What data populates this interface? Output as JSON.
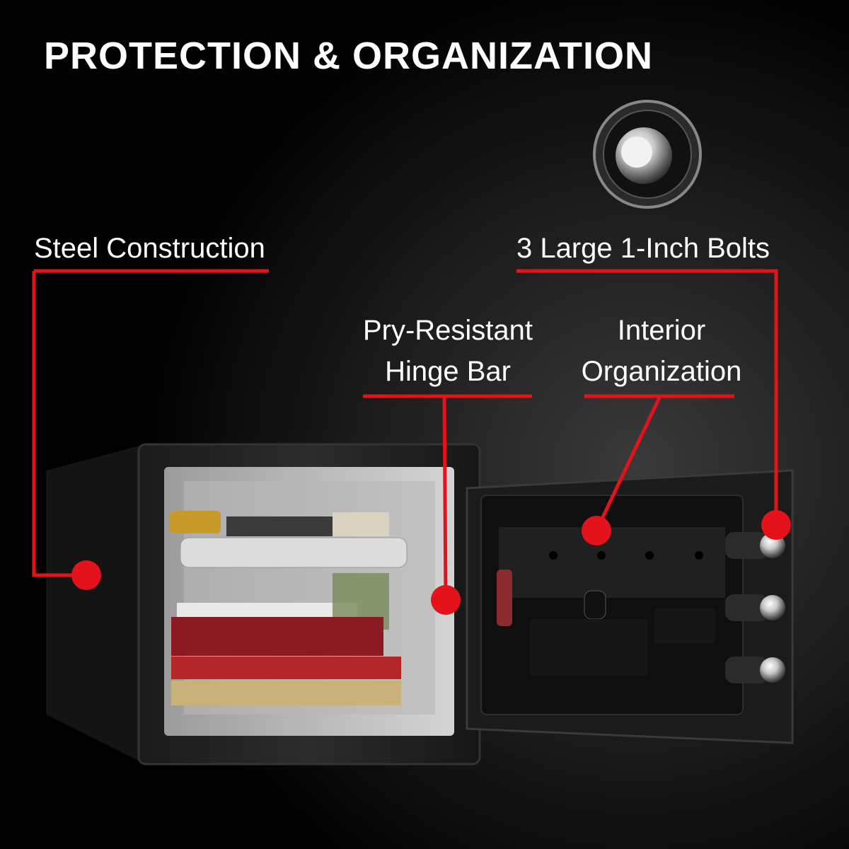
{
  "header": {
    "title": "PROTECTION & ORGANIZATION"
  },
  "callouts": {
    "steel": "Steel Construction",
    "bolts": "3 Large 1-Inch Bolts",
    "hinge_line1": "Pry-Resistant",
    "hinge_line2": "Hinge Bar",
    "interior_line1": "Interior",
    "interior_line2": "Organization"
  },
  "colors": {
    "background": "#000000",
    "text": "#ffffff",
    "accent": "#e3121b"
  }
}
